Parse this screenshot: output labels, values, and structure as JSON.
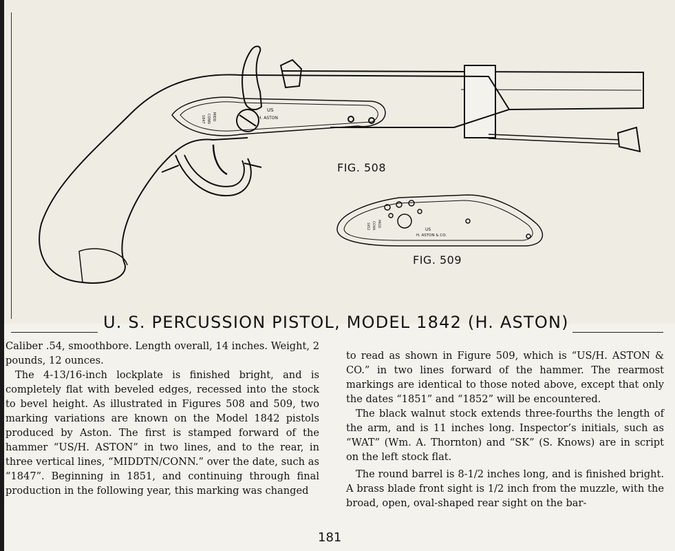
{
  "figures": {
    "fig508": "FIG. 508",
    "fig509": "FIG. 509",
    "lock_marking_508": {
      "line1": "US",
      "line2": "H. ASTON",
      "vertical": [
        "MIDD",
        "CONN",
        "1847"
      ]
    },
    "lock_marking_509": {
      "line1": "US",
      "line2": "H. ASTON & CO.",
      "vertical": [
        "MIDD",
        "CONN",
        "1852"
      ]
    }
  },
  "title": "U. S. PERCUSSION PISTOL, MODEL 1842 (H. ASTON)",
  "left_column": [
    {
      "indent": false,
      "text": "Caliber .54, smoothbore. Length overall, 14 inches. Weight, 2 pounds, 12 ounces."
    },
    {
      "indent": true,
      "text": "The 4-13/16-inch lockplate is finished bright, and is completely flat with beveled edges, recessed into the stock to bevel height. As illustrated in Figures 508 and 509, two marking variations are known on the Model 1842 pistols produced by Aston. The first is stamped forward of the hammer “US/H. ASTON” in two lines, and to the rear, in three vertical lines, “MIDDTN/CONN.” over the date, such as “1847”. Beginning in 1851, and continuing through final production in the following year, this marking was changed"
    }
  ],
  "right_column": [
    {
      "indent": false,
      "text": "to read as shown in Figure 509, which is “US/H. ASTON & CO.” in two lines forward of the hammer. The rearmost markings are identical to those noted above, except that only the dates “1851” and “1852” will be encountered."
    },
    {
      "indent": true,
      "text": "The black walnut stock extends three-fourths the length of the arm, and is 11 inches long. Inspector’s initials, such as “WAT” (Wm. A. Thornton) and “SK” (S. Knows) are in script on the left stock flat."
    },
    {
      "indent": true,
      "text": "The round barrel is 8-1/2 inches long, and is finished bright. A brass blade front sight is 1/2 inch from the muzzle, with the broad, open, oval-shaped rear sight on the bar-"
    }
  ],
  "page_number": "181"
}
